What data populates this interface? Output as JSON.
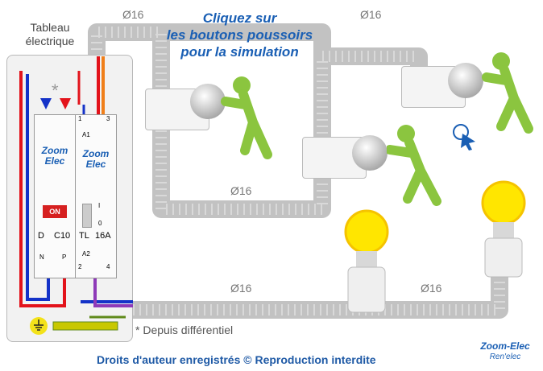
{
  "title_lines": [
    "Cliquez sur",
    "les boutons poussoirs",
    "pour la simulation"
  ],
  "panel": {
    "label_lines": [
      "Tableau",
      "électrique"
    ],
    "star": "*",
    "breaker_brand": [
      "Zoom",
      "Elec"
    ],
    "breaker_state": "ON",
    "breaker_type": "D",
    "breaker_rating": "C10",
    "relay_brand": [
      "Zoom",
      "Elec"
    ],
    "relay_type": "TL",
    "relay_rating": "16A",
    "relay_terminals_top": [
      "1",
      "3",
      "A1"
    ],
    "relay_terminals_bottom": [
      "A2",
      "2",
      "4"
    ],
    "neutral_terminals": [
      "N",
      "P"
    ],
    "relay_switch_positions": [
      "I",
      "0"
    ]
  },
  "conduit_labels": [
    "Ø16",
    "Ø16",
    "Ø16",
    "Ø16",
    "Ø16"
  ],
  "footnote": "* Depuis différentiel",
  "copyright": "Droits d'auteur enregistrés © Reproduction interdite",
  "logo": {
    "line1": "Zoom-Elec",
    "line2": "Ren'elec"
  },
  "colors": {
    "phase": "#e3131b",
    "neutral": "#1432c8",
    "return": "#f07f1a",
    "switched": "#8e3ab8",
    "ground": "#c8c800",
    "title": "#1a5fb4",
    "bulb": "#ffe600"
  }
}
